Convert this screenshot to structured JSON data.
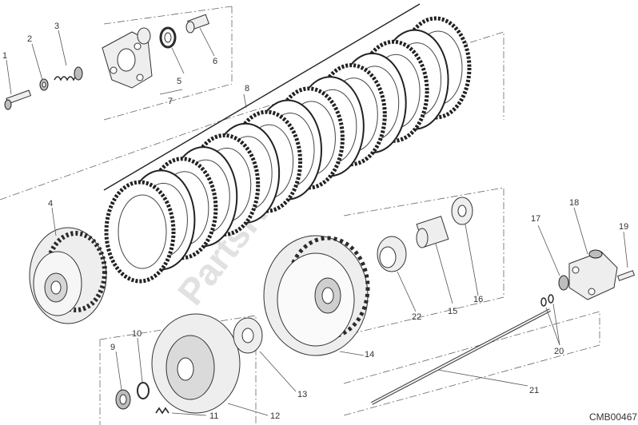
{
  "diagram": {
    "code": "CMB00467",
    "watermark": "PartsRepublik",
    "callouts": [
      "1",
      "2",
      "3",
      "4",
      "5",
      "6",
      "7",
      "8",
      "9",
      "10",
      "11",
      "12",
      "13",
      "14",
      "15",
      "16",
      "17",
      "18",
      "19",
      "20",
      "21",
      "22"
    ]
  }
}
